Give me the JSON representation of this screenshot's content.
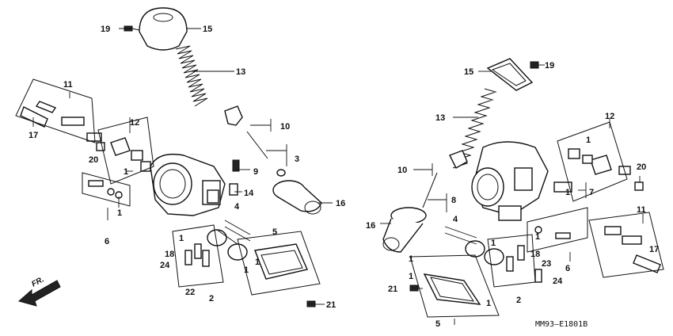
{
  "diagram": {
    "code": "MM93–E1801B",
    "direction_label": "FR.",
    "callouts": {
      "c1": "1",
      "c2": "2",
      "c3": "3",
      "c4": "4",
      "c5": "5",
      "c6": "6",
      "c7": "7",
      "c8": "8",
      "c9": "9",
      "c10": "10",
      "c11": "11",
      "c12": "12",
      "c13": "13",
      "c14": "14",
      "c15": "15",
      "c16": "16",
      "c17": "17",
      "c18": "18",
      "c19": "19",
      "c20": "20",
      "c21": "21",
      "c22": "22",
      "c23": "23",
      "c24": "24"
    }
  }
}
